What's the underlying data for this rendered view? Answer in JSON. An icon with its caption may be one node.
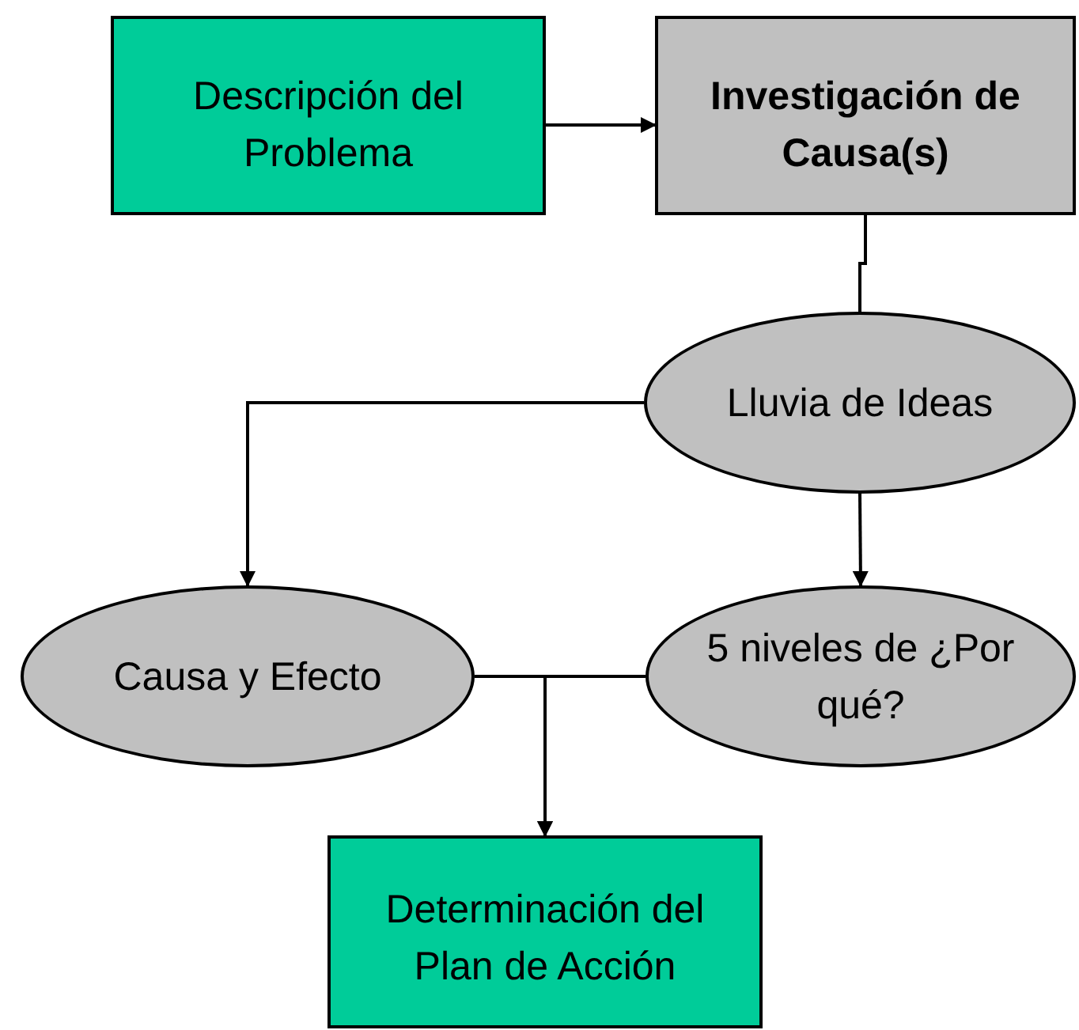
{
  "diagram": {
    "nodes": [
      {
        "text": [
          "Descripción del Problema"
        ]
      },
      {
        "text": [
          "Investigación de Causa(s)"
        ]
      },
      {
        "text": [
          "Lluvia de Ideas"
        ]
      },
      {
        "text": [
          "Causa y Efecto"
        ]
      },
      {
        "text": [
          "5 niveles de ¿Por qué?"
        ]
      },
      {
        "text": [
          "Determinación del Plan de Acción"
        ]
      }
    ],
    "edges": [
      {
        "from": 0,
        "to": 1,
        "arrow": "to"
      },
      {
        "from": 1,
        "to": 2,
        "arrow": "none"
      },
      {
        "from": 2,
        "to": 3,
        "arrow": "to"
      },
      {
        "from": 2,
        "to": 4,
        "arrow": "to"
      },
      {
        "from": 3,
        "to": 5,
        "arrow": "to"
      },
      {
        "from": 4,
        "to": 5,
        "arrow": "to"
      }
    ]
  }
}
